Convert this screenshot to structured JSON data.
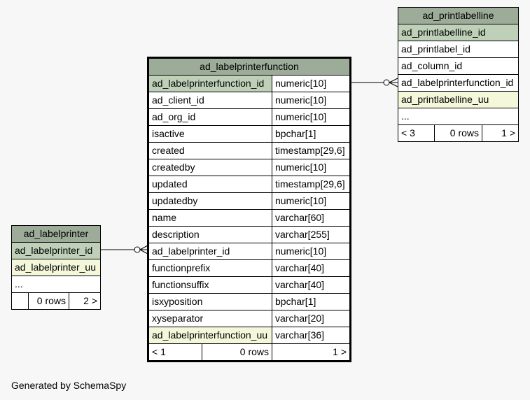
{
  "main": {
    "title": "ad_labelprinterfunction",
    "columns": [
      {
        "name": "ad_labelprinterfunction_id",
        "type": "numeric[10]"
      },
      {
        "name": "ad_client_id",
        "type": "numeric[10]"
      },
      {
        "name": "ad_org_id",
        "type": "numeric[10]"
      },
      {
        "name": "isactive",
        "type": "bpchar[1]"
      },
      {
        "name": "created",
        "type": "timestamp[29,6]"
      },
      {
        "name": "createdby",
        "type": "numeric[10]"
      },
      {
        "name": "updated",
        "type": "timestamp[29,6]"
      },
      {
        "name": "updatedby",
        "type": "numeric[10]"
      },
      {
        "name": "name",
        "type": "varchar[60]"
      },
      {
        "name": "description",
        "type": "varchar[255]"
      },
      {
        "name": "ad_labelprinter_id",
        "type": "numeric[10]"
      },
      {
        "name": "functionprefix",
        "type": "varchar[40]"
      },
      {
        "name": "functionsuffix",
        "type": "varchar[40]"
      },
      {
        "name": "isxyposition",
        "type": "bpchar[1]"
      },
      {
        "name": "xyseparator",
        "type": "varchar[20]"
      },
      {
        "name": "ad_labelprinterfunction_uu",
        "type": "varchar[36]"
      }
    ],
    "footer": {
      "left": "< 1",
      "mid": "0 rows",
      "right": "1 >"
    }
  },
  "printlabelline": {
    "title": "ad_printlabelline",
    "columns": [
      "ad_printlabelline_id",
      "ad_printlabel_id",
      "ad_column_id",
      "ad_labelprinterfunction_id",
      "ad_printlabelline_uu",
      "..."
    ],
    "footer": {
      "left": "< 3",
      "mid": "0 rows",
      "right": "1 >"
    }
  },
  "labelprinter": {
    "title": "ad_labelprinter",
    "columns": [
      "ad_labelprinter_id",
      "ad_labelprinter_uu",
      "..."
    ],
    "footer": {
      "left": "",
      "mid": "0 rows",
      "right": "2 >"
    }
  },
  "generated_by": "Generated by SchemaSpy"
}
